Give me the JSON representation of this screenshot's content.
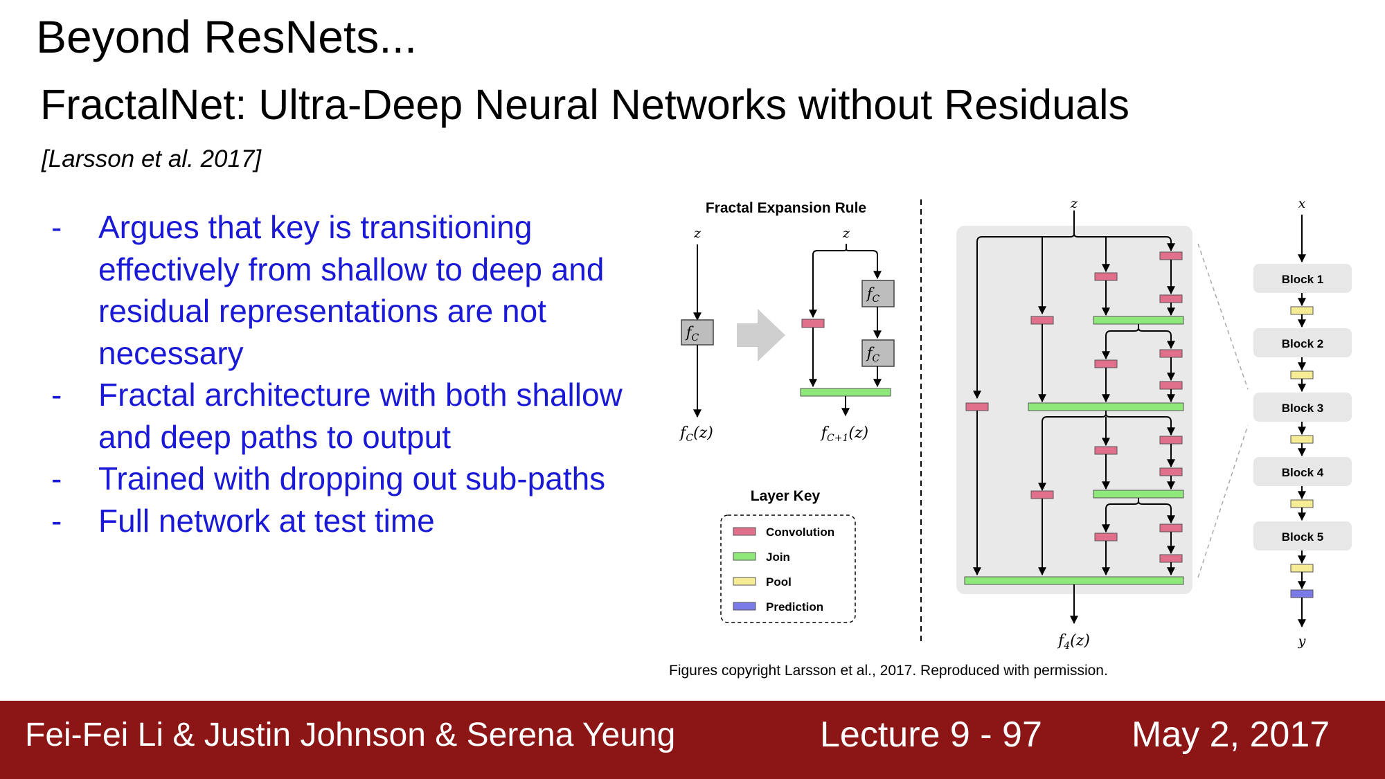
{
  "slide": {
    "title": "Beyond ResNets...",
    "subtitle": "FractalNet: Ultra-Deep Neural Networks without Residuals",
    "citation": "[Larsson et al. 2017]"
  },
  "bullets": [
    {
      "dash": "-",
      "text": "Argues that key is transitioning effectively from shallow to deep and residual representations are not necessary"
    },
    {
      "dash": "-",
      "text": "Fractal architecture with both shallow and deep paths to output"
    },
    {
      "dash": "-",
      "text": "Trained with dropping out sub-paths"
    },
    {
      "dash": "-",
      "text": "Full network at test time"
    }
  ],
  "figure": {
    "expansion_title": "Fractal Expansion Rule",
    "input_z": "z",
    "input_x": "x",
    "output_y": "y",
    "fc_label": "f",
    "fc_sub": "C",
    "fc_output": "f",
    "fc_output_sub": "C",
    "fc_output_arg": "(z)",
    "fc1_output": "f",
    "fc1_output_sub": "C+1",
    "fc1_output_arg": "(z)",
    "f4_output": "f",
    "f4_output_sub": "4",
    "f4_output_arg": "(z)",
    "layer_key_title": "Layer Key",
    "layer_key": [
      {
        "label": "Convolution",
        "color": "#e0708c"
      },
      {
        "label": "Join",
        "color": "#8ee87a"
      },
      {
        "label": "Pool",
        "color": "#f5ec95"
      },
      {
        "label": "Prediction",
        "color": "#7a7ae8"
      }
    ],
    "blocks": [
      "Block 1",
      "Block 2",
      "Block 3",
      "Block 4",
      "Block 5"
    ],
    "copyright": "Figures copyright Larsson et al., 2017. Reproduced with permission."
  },
  "footer": {
    "authors": "Fei-Fei Li & Justin Johnson & Serena Yeung",
    "lecture": "Lecture 9 - 97",
    "date": "May 2, 2017"
  },
  "colors": {
    "accent_footer": "#8c1515",
    "bullet_text": "#1a1ad6",
    "conv": "#e0708c",
    "join": "#8ee87a",
    "pool": "#f5ec95",
    "prediction": "#7a7ae8"
  }
}
